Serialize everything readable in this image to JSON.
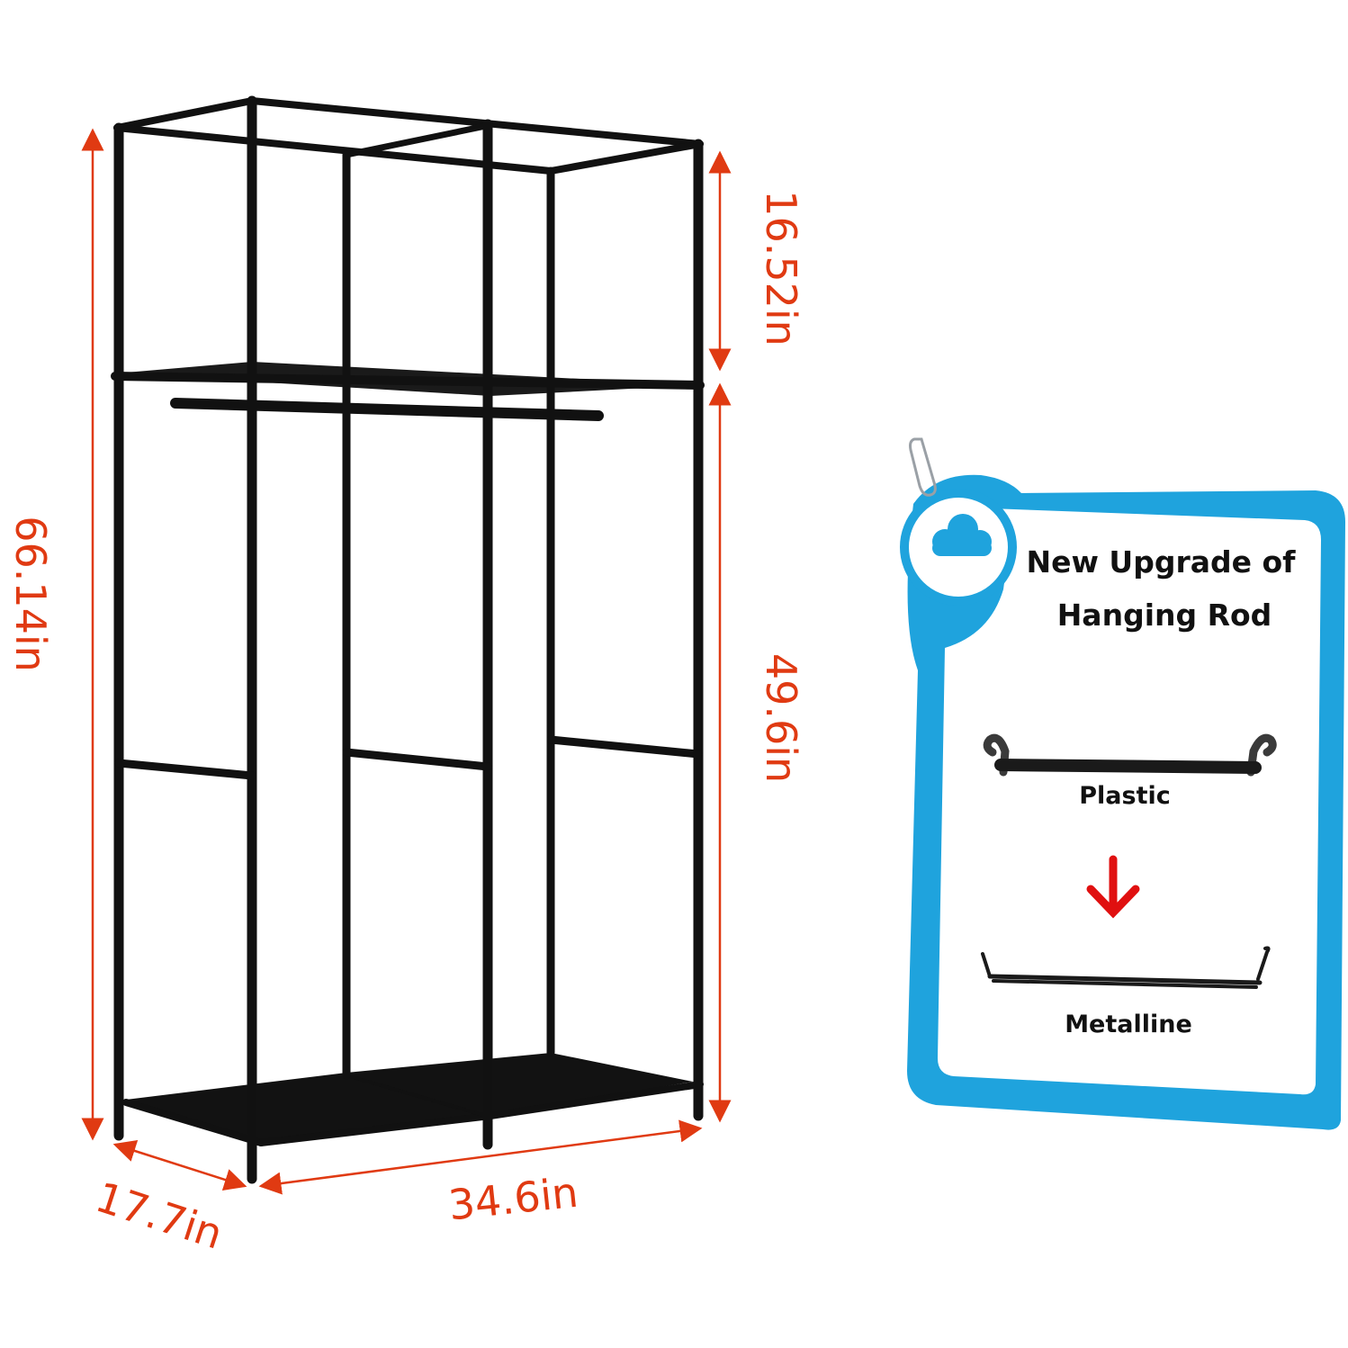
{
  "dimensions": {
    "total_height": "66.14in",
    "top_section": "16.52in",
    "lower_section": "49.6in",
    "depth": "17.7in",
    "width": "34.6in"
  },
  "upgrade_card": {
    "title_line1": "New Upgrade of",
    "title_line2": "Hanging Rod",
    "old_label": "Plastic",
    "new_label": "Metalline"
  },
  "colors": {
    "dimension": "#e03a12",
    "frame": "#111111",
    "card_border": "#1fa3dd",
    "arrow": "#e01010"
  },
  "icons": {
    "badge": "cloud-icon",
    "clip": "paperclip-icon",
    "arrow": "arrow-down-icon"
  }
}
